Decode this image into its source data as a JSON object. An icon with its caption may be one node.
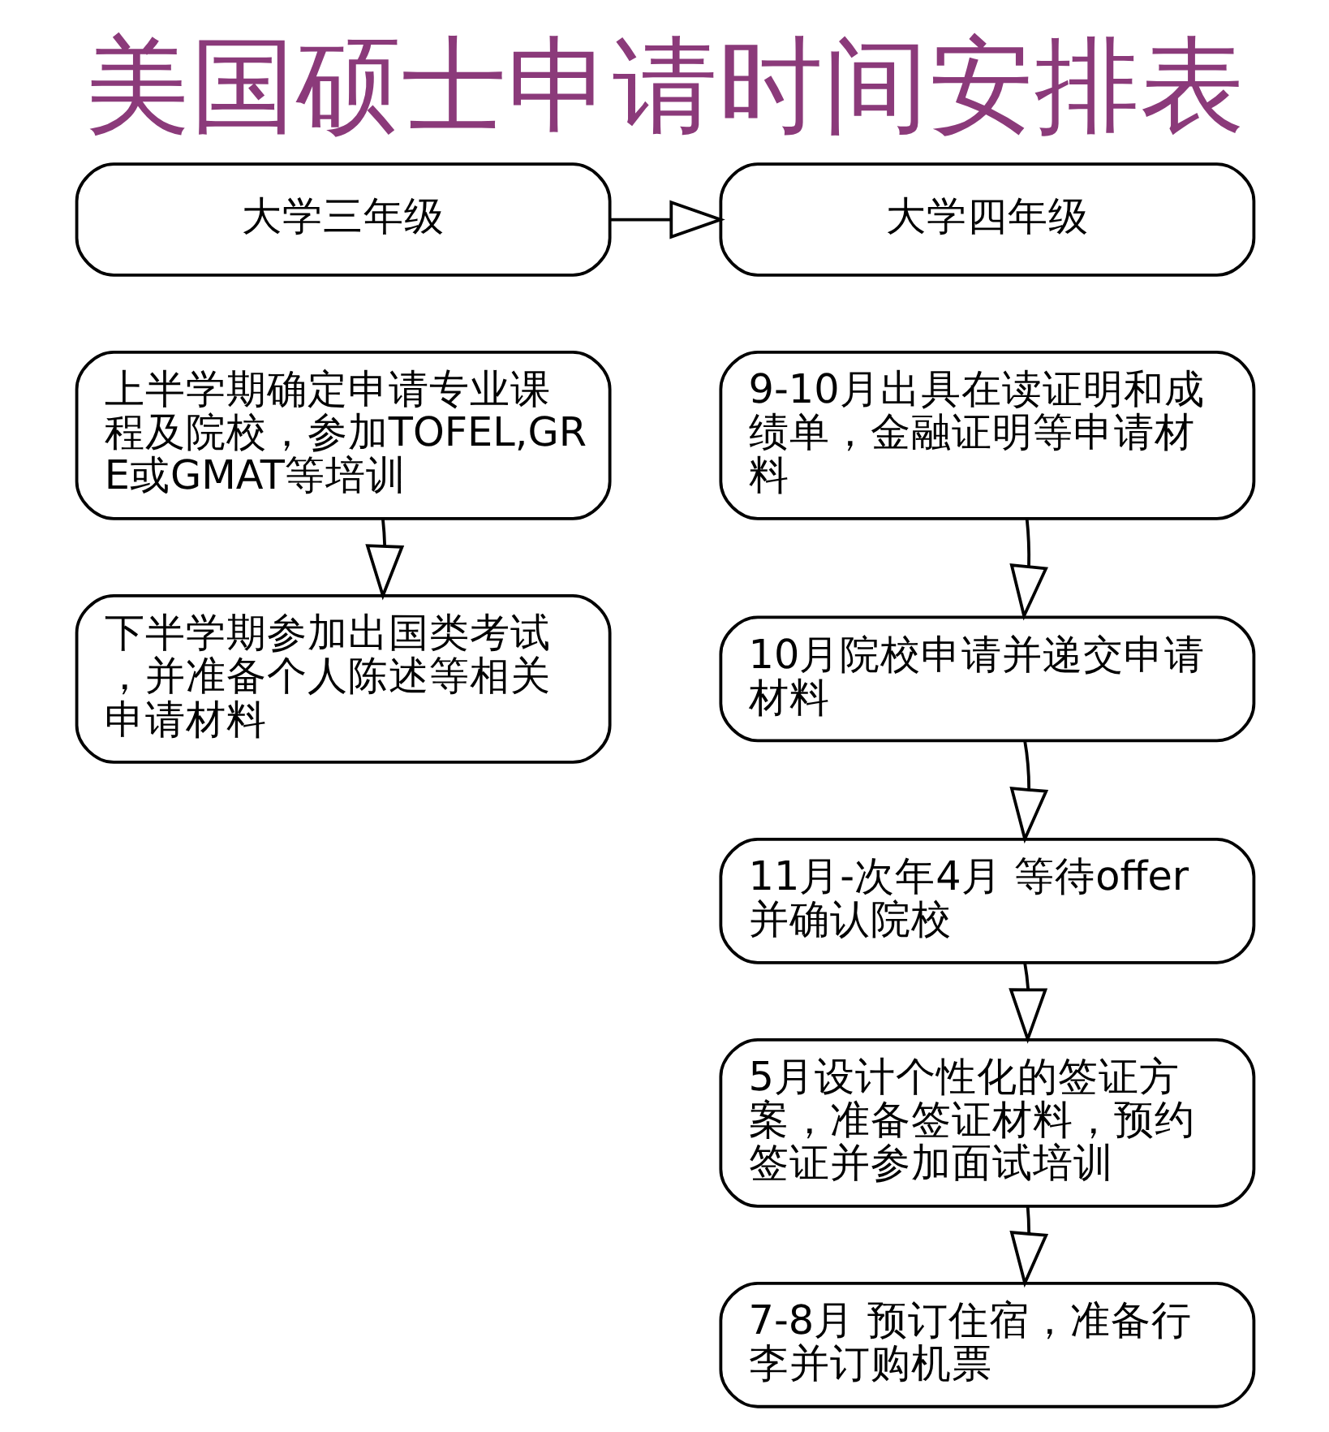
{
  "diagram": {
    "title": "美国硕士申请时间安排表",
    "nodes": [
      {
        "text": [
          "大学三年级"
        ]
      },
      {
        "text": [
          "大学四年级"
        ]
      },
      {
        "text": [
          "上半学期确定申请专业课程及院校，参加TOFEL,GRE或GMAT等培训"
        ]
      },
      {
        "text": [
          "下半学期参加出国类考试，并准备个人陈述等相关申请材料"
        ]
      },
      {
        "text": [
          "9-10月出具在读证明和成绩单，金融证明等申请材料"
        ]
      },
      {
        "text": [
          "10月院校申请并递交申请材料"
        ]
      },
      {
        "text": [
          "11月-次年4月 等待offer并确认院校"
        ]
      },
      {
        "text": [
          "5月设计个性化的签证方案，准备签证材料，预约签证并参加面试培训"
        ]
      },
      {
        "text": [
          "7-8月 预订住宿，准备行李并订购机票"
        ]
      }
    ],
    "edges": [
      {
        "from": 0,
        "to": 1,
        "arrow": "to"
      },
      {
        "from": 2,
        "to": 3,
        "arrow": "to"
      },
      {
        "from": 4,
        "to": 5,
        "arrow": "to"
      },
      {
        "from": 5,
        "to": 6,
        "arrow": "to"
      },
      {
        "from": 6,
        "to": 7,
        "arrow": "to"
      },
      {
        "from": 7,
        "to": 8,
        "arrow": "to"
      }
    ]
  }
}
